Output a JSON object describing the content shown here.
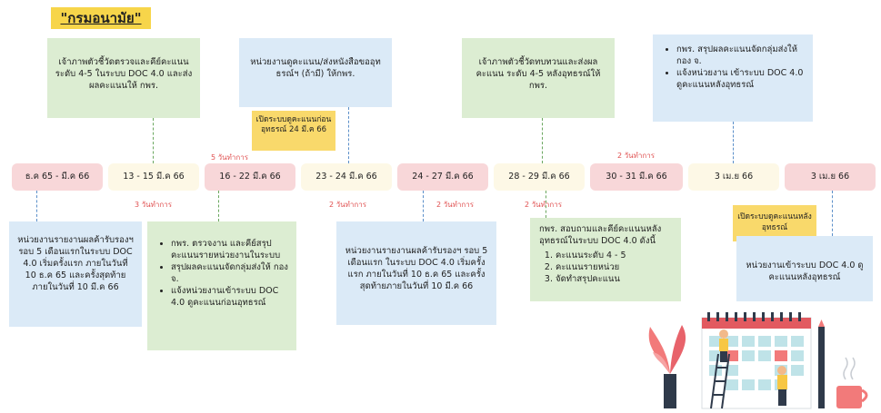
{
  "title": "\"กรมอนามัย\"",
  "top_boxes": [
    {
      "text": "เจ้าภาพตัวชี้วัดตรวจและคีย์คะแนน ระดับ 4-5 ในระบบ DOC 4.0 และส่งผลคะแนนให้ กพร."
    },
    {
      "text": "หน่วยงานดูคะแนน/ส่งหนังสือขออุทธรณ์ฯ (ถ้ามี) ให้กพร."
    },
    {
      "text": "เจ้าภาพตัวชี้วัดทบทวนและส่งผลคะแนน ระดับ 4-5 หลังอุทธรณ์ให้ กพร."
    }
  ],
  "top_right_items": [
    "กพร. สรุปผลคะแนนจัดกลุ่มส่งให้ กอง จ.",
    "แจ้งหน่วยงาน เข้าระบบ DOC 4.0 ดูคะแนนหลังอุทธรณ์"
  ],
  "open_before": "เปิดระบบดูคะแนนก่อนอุทธรณ์ 24 มี.ค 66",
  "open_after": "เปิดระบบดูคะแนนหลังอุทธรณ์",
  "dates": [
    "ธ.ค 65 - มี.ค 66",
    "13 - 15 มี.ค 66",
    "16 - 22 มี.ค 66",
    "23 - 24 มี.ค 66",
    "24 - 27 มี.ค 66",
    "28 - 29 มี.ค 66",
    "30 - 31 มี.ค 66",
    "3 เม.ย 66",
    "3 เม.ย 66"
  ],
  "tags": [
    "3 วันทำการ",
    "5 วันทำการ",
    "2 วันทำการ",
    "2 วันทำการ",
    "2 วันทำการ",
    "2 วันทำการ"
  ],
  "bottom": {
    "b1": "หน่วยงานรายงานผลค้ารับรองฯ รอบ 5 เดือนแรกในระบบ DOC 4.0 เริ่มครั้งแรก ภายในวันที่ 10 ธ.ค 65 และครั้งสุดท้ายภายในวันที่ 10 มี.ค 66",
    "b2": [
      "กพร. ตรวจงาน และคีย์สรุปคะแนนรายหน่วยงานในระบบ",
      "สรุปผลคะแนนจัดกลุ่มส่งให้ กอง จ.",
      "แจ้งหน่วยงานเข้าระบบ DOC 4.0 ดูคะแนนก่อนอุทธรณ์"
    ],
    "b3": "หน่วยงานรายงานผลค้ารับรองฯ รอบ 5 เดือนแรก ในระบบ DOC 4.0 เริ่มครั้งแรก ภายในวันที่ 10 ธ.ค 65 และครั้งสุดท้ายภายในวันที่ 10 มี.ค 66",
    "b4_title": "กพร. สอบถามและคีย์คะแนนหลังอุทธรณ์ในระบบ DOC 4.0 ดังนี้",
    "b4_items": [
      "คะแนนระดับ 4 - 5",
      "คะแนนรายหน่วย",
      "จัดทำสรุปคะแนน"
    ],
    "b5": "หน่วยงานเข้าระบบ DOC 4.0 ดูคะแนนหลังอุทธรณ์"
  },
  "colors": {
    "green": "#dcedd2",
    "blue": "#dbeaf7",
    "yellow": "#f9d96b",
    "pink": "#f8d7d9",
    "cream": "#fdf8e6"
  }
}
